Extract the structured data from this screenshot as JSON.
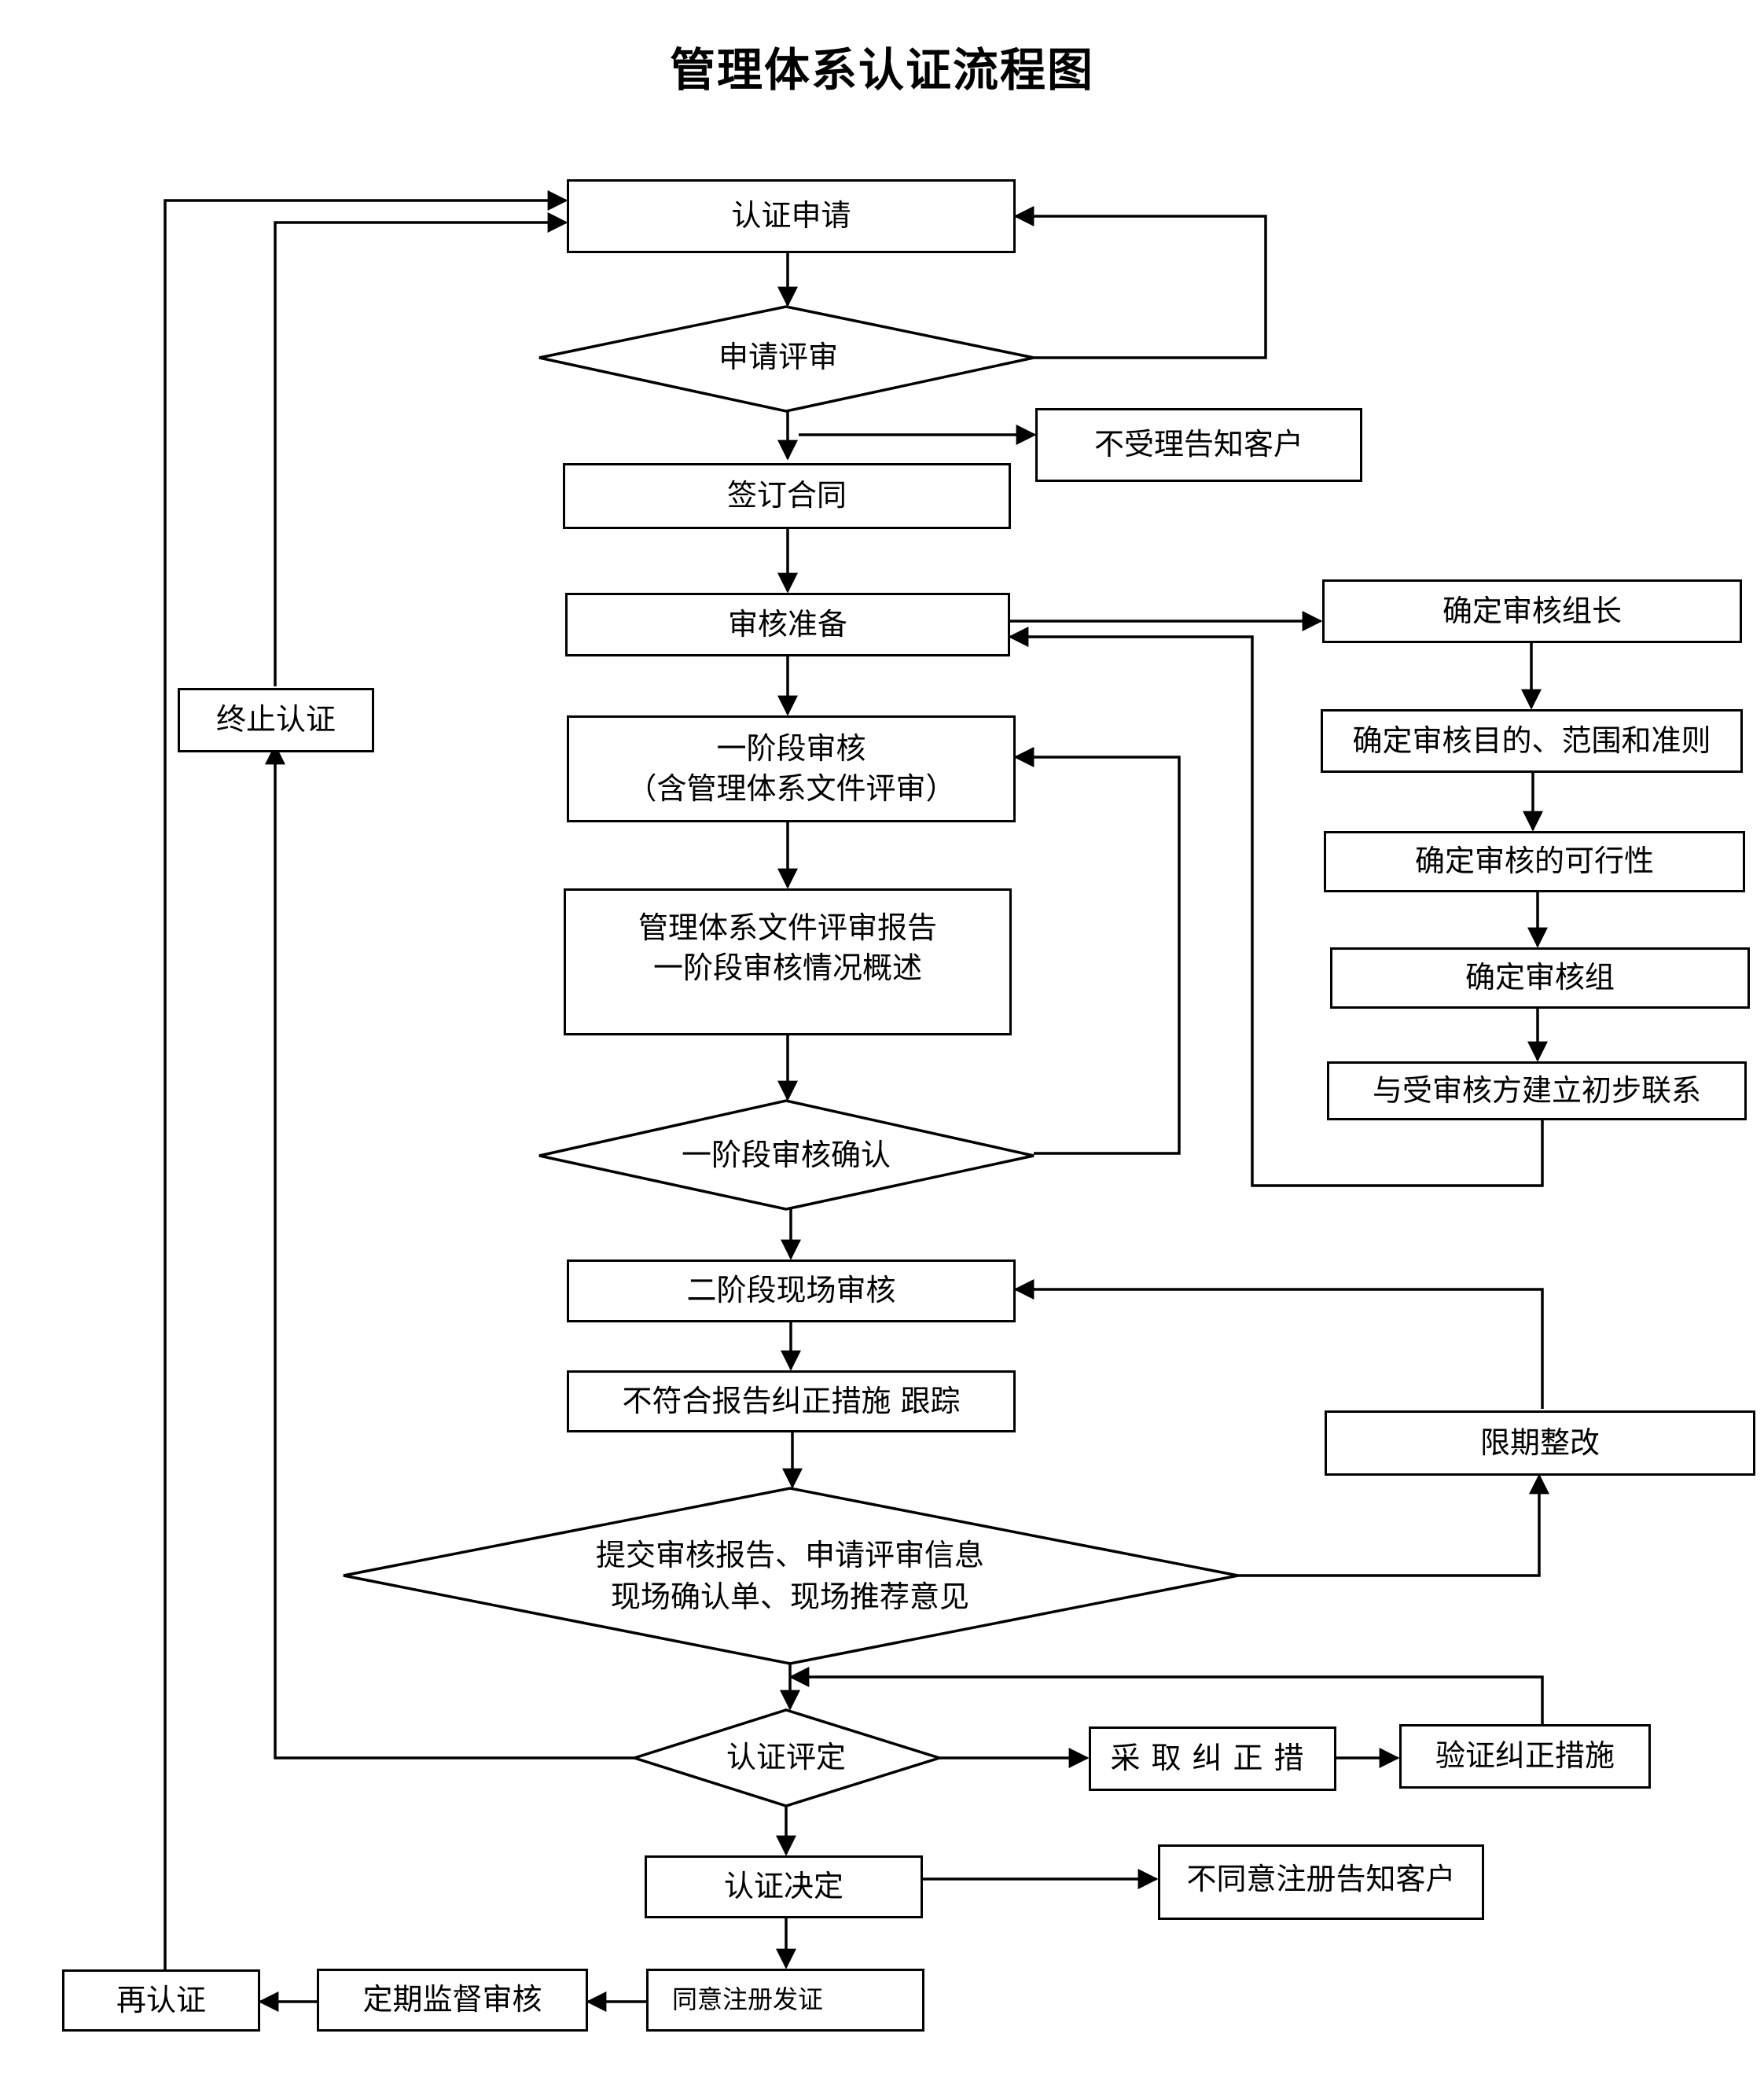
{
  "title": "管理体系认证流程图",
  "nodes": {
    "application": "认证申请",
    "application_review": "申请评审",
    "reject_notify": "不受理告知客户",
    "sign_contract": "签订合同",
    "audit_prep": "审核准备",
    "determine_leader": "确定审核组长",
    "determine_objectives": "确定审核目的、范围和准则",
    "determine_feasibility": "确定审核的可行性",
    "determine_team": "确定审核组",
    "initial_contact": "与受审核方建立初步联系",
    "stage1_audit": "一阶段审核\n（含管理体系文件评审）",
    "stage1_report": "管理体系文件评审报告\n一阶段审核情况概述",
    "stage1_confirm": "一阶段审核确认",
    "terminate": "终止认证",
    "stage2_audit": "二阶段现场审核",
    "nonconformity": "不符合报告纠正措施  跟踪",
    "rectify": "限期整改",
    "submit_report": "提交审核报告、申请评审信息\n现场确认单、现场推荐意见",
    "cert_evaluation": "认证评定",
    "take_corrective": "采取纠正措",
    "verify_corrective": "验证纠正措施",
    "cert_decision": "认证决定",
    "reject_registration": "不同意注册告知客户",
    "agree_registration": "同意注册发证",
    "surveillance": "定期监督审核",
    "recertification": "再认证"
  }
}
